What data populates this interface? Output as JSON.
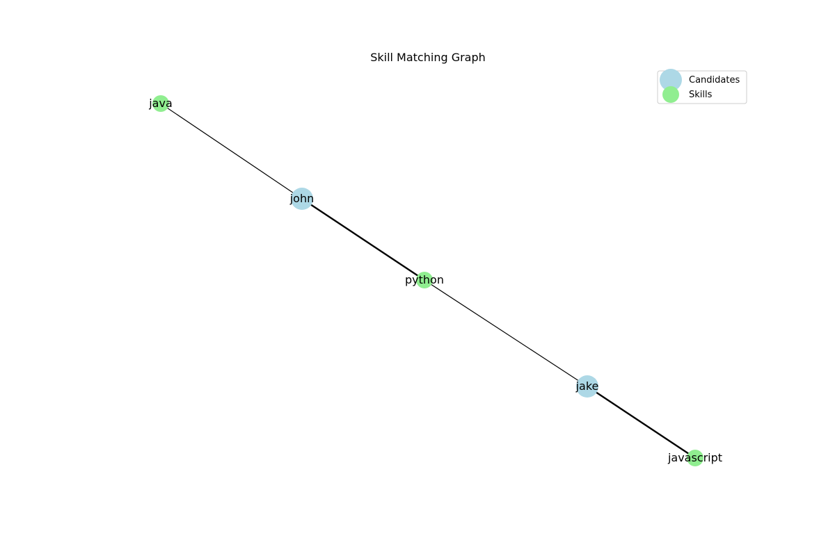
{
  "title": "Skill Matching Graph",
  "legend": {
    "placement": "top-right",
    "items": [
      {
        "label": "Candidates",
        "color": "#add8e6",
        "kind": "candidate"
      },
      {
        "label": "Skills",
        "color": "#90ee90",
        "kind": "skill"
      }
    ]
  },
  "nodes": [
    {
      "id": "java",
      "label": "java",
      "type": "skill"
    },
    {
      "id": "john",
      "label": "john",
      "type": "candidate"
    },
    {
      "id": "python",
      "label": "python",
      "type": "skill"
    },
    {
      "id": "jake",
      "label": "jake",
      "type": "candidate"
    },
    {
      "id": "javascript",
      "label": "javascript",
      "type": "skill"
    }
  ],
  "edges": [
    {
      "source": "john",
      "target": "java",
      "weight": "normal"
    },
    {
      "source": "john",
      "target": "python",
      "weight": "bold"
    },
    {
      "source": "jake",
      "target": "python",
      "weight": "normal"
    },
    {
      "source": "jake",
      "target": "javascript",
      "weight": "bold"
    }
  ],
  "colors": {
    "candidate": "#add8e6",
    "skill": "#90ee90",
    "edge": "#000000"
  }
}
